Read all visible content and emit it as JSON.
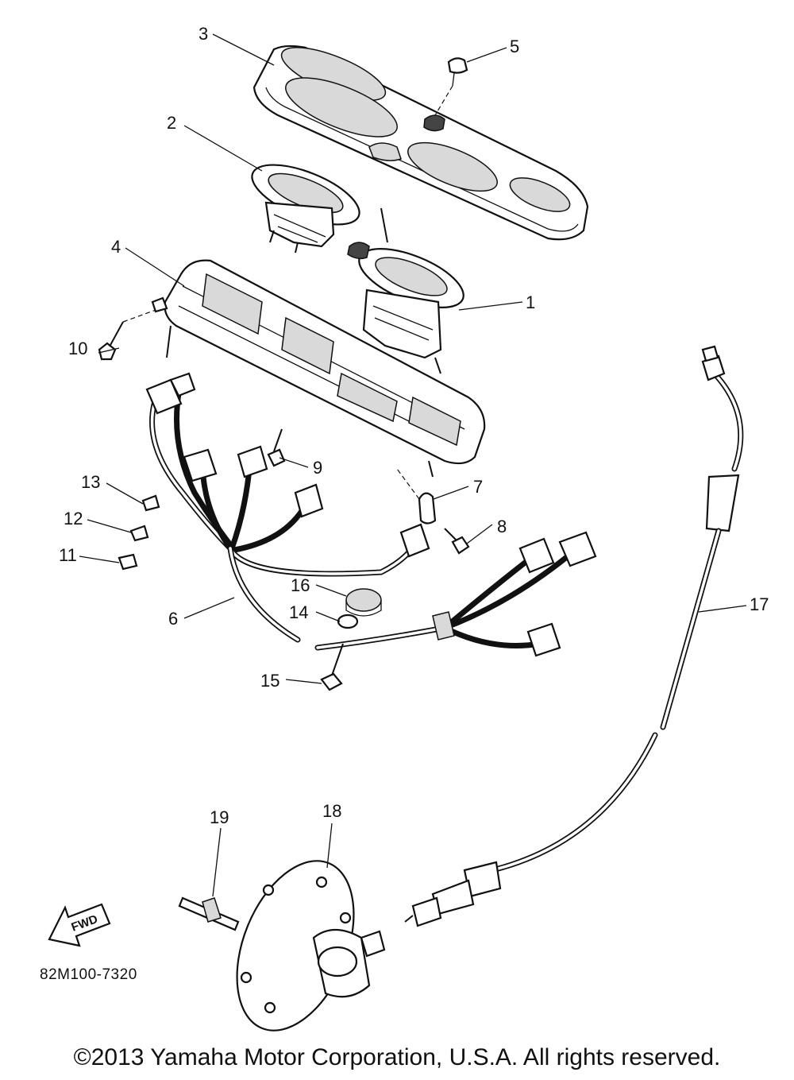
{
  "diagram": {
    "callouts": [
      "1",
      "2",
      "3",
      "4",
      "5",
      "6",
      "7",
      "8",
      "9",
      "10",
      "11",
      "12",
      "13",
      "14",
      "15",
      "16",
      "17",
      "18",
      "19"
    ],
    "drawing_code": "82M100-7320",
    "fwd_label": "FWD"
  },
  "footer": {
    "copyright": "©2013 Yamaha Motor Corporation, U.S.A. All rights reserved."
  }
}
